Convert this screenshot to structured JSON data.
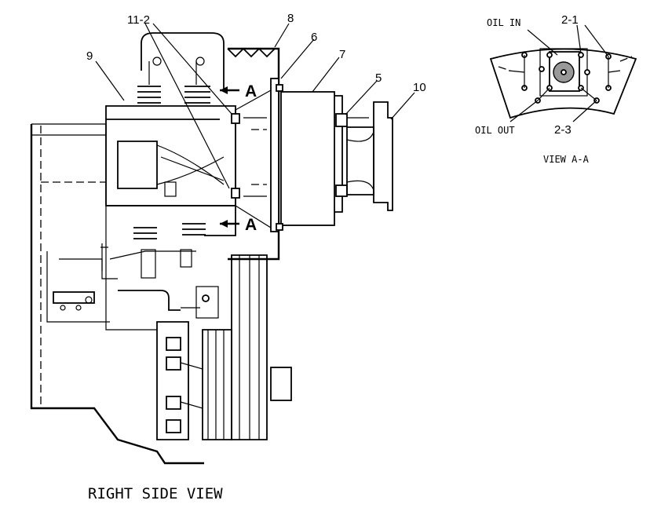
{
  "view_title": "RIGHT SIDE VIEW",
  "section_view_title": "VIEW A-A",
  "section_marks": [
    "A",
    "A"
  ],
  "callouts": {
    "c8": "8",
    "c6": "6",
    "c7": "7",
    "c5": "5",
    "c10": "10",
    "c9": "9",
    "c11_2": "11-2"
  },
  "detail_labels": {
    "oil_in": "OIL IN",
    "oil_out": "OIL OUT",
    "c2_1": "2-1",
    "c2_3": "2-3"
  }
}
